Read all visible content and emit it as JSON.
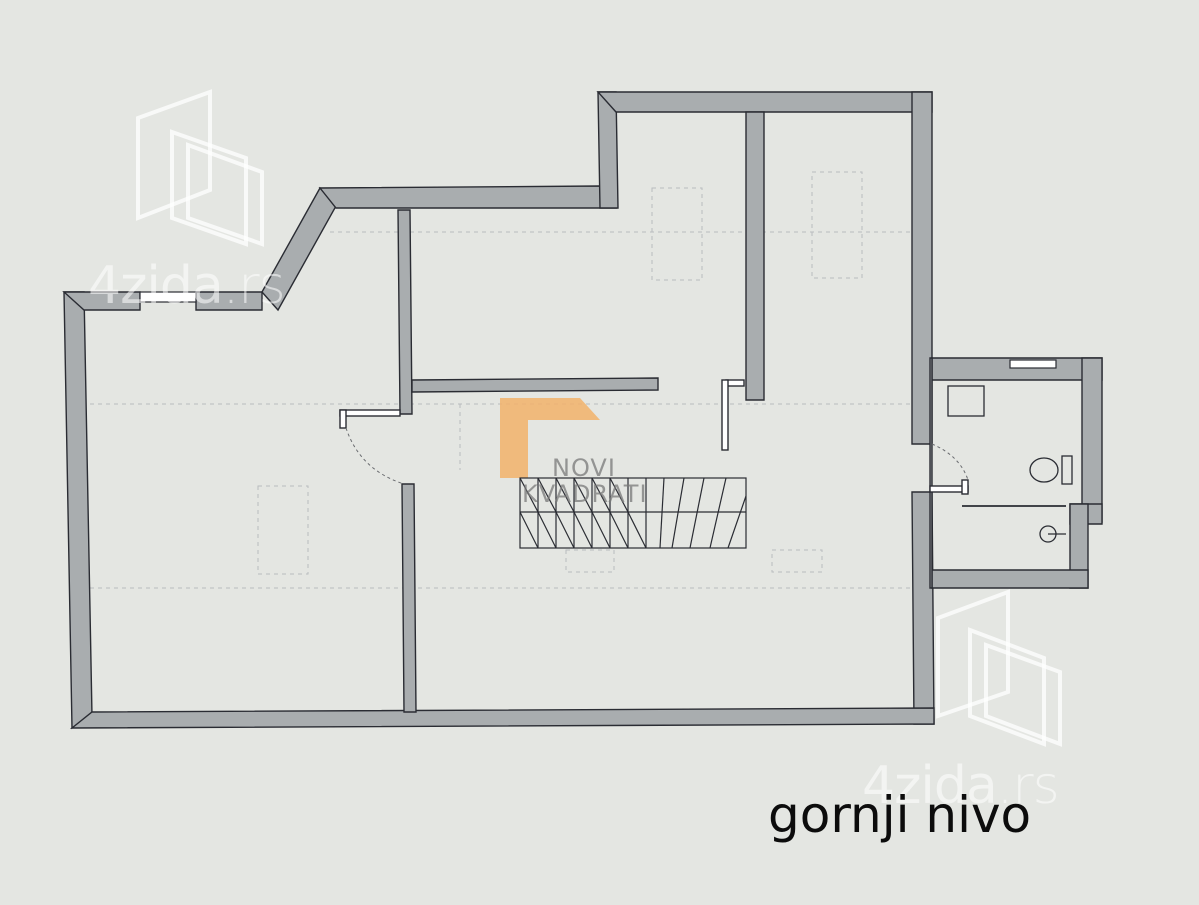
{
  "watermark": {
    "site": "4zida",
    "tld": ".rs"
  },
  "logo": {
    "line1": "NOVI",
    "line2": "KVADRATI"
  },
  "caption": "gornji nivo",
  "colors": {
    "paper": "#e4e6e2",
    "wall_fill": "#a9adaf",
    "wall_stroke": "#2a2c33",
    "logo_orange": "#f2b26a"
  }
}
